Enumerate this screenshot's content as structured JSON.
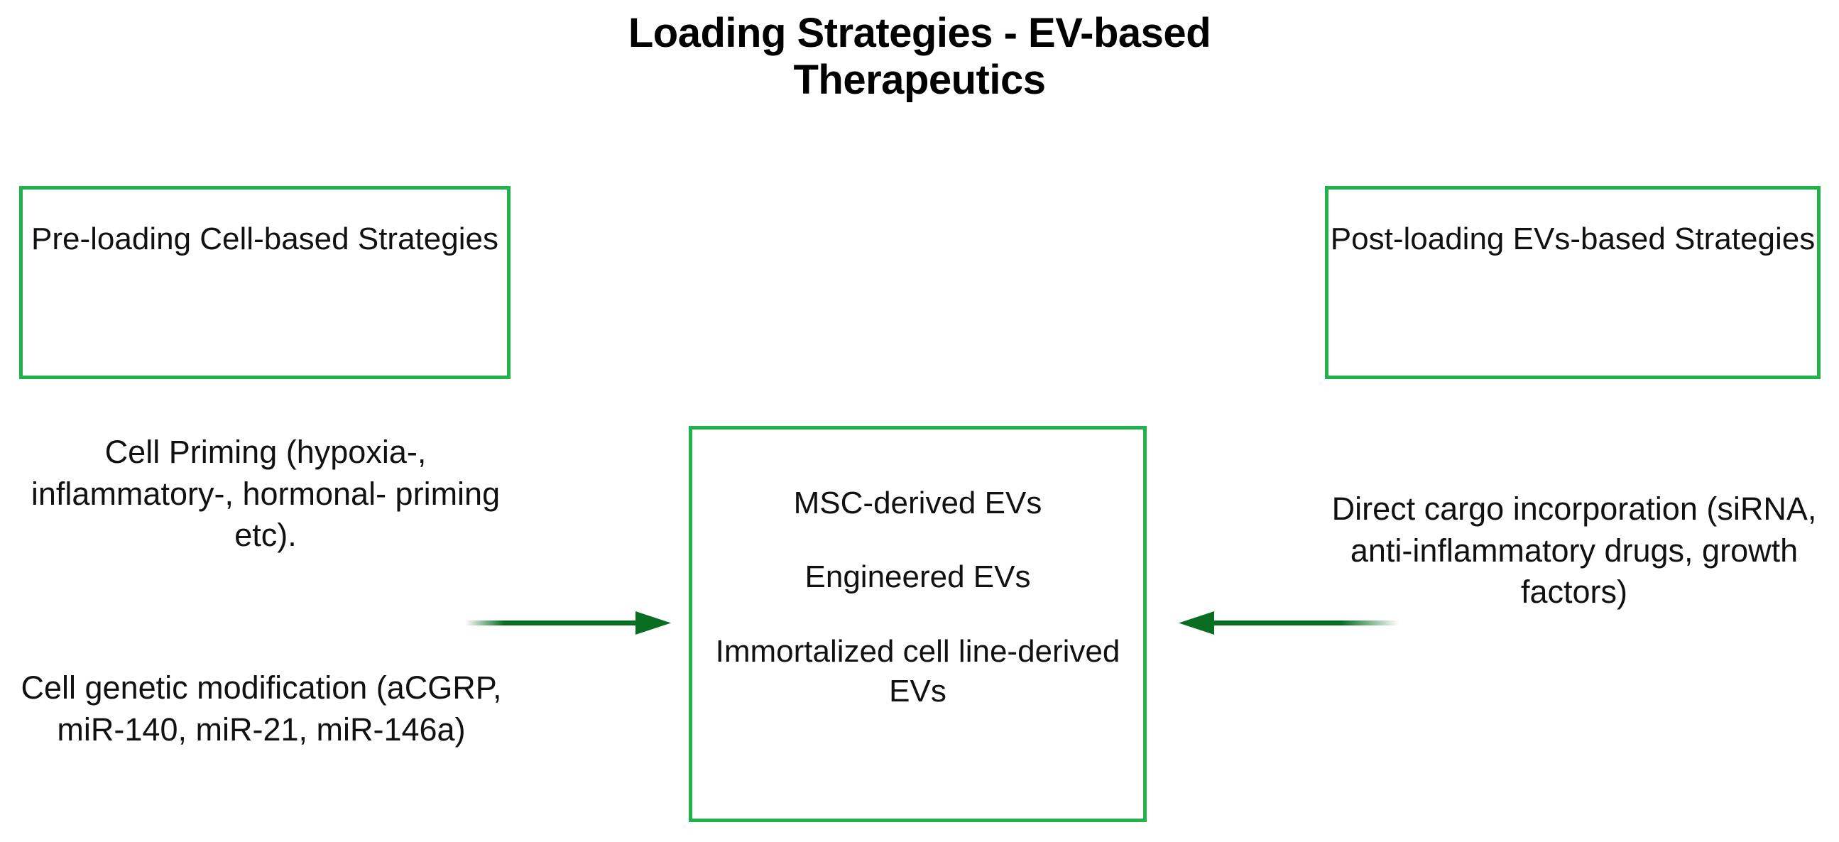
{
  "figure": {
    "title_lines": [
      "Loading Strategies - EV-based",
      "Therapeutics"
    ],
    "accent_color": "#22b14c",
    "arrow_color": "#0a6e22",
    "background": "#ffffff"
  },
  "boxes": {
    "preloading": {
      "lines": [
        "Pre-loading Cell-based",
        "Strategies"
      ]
    },
    "postloading": {
      "lines": [
        "Post-loading EVs-based",
        "Strategies"
      ]
    },
    "center": {
      "items": [
        "MSC-derived EVs",
        "Engineered EVs",
        "Immortalized cell line-derived EVs"
      ]
    }
  },
  "annotations": {
    "cell_priming": {
      "lines": [
        "Cell Priming",
        "(hypoxia-, inflammatory-,",
        "hormonal- priming etc)."
      ]
    },
    "cell_genetic_modification": {
      "lines": [
        "Cell genetic modification",
        "(aCGRP, miR-140, miR-21,",
        "miR-146a)"
      ]
    },
    "direct_cargo": {
      "lines": [
        "Direct cargo incorporation",
        "(siRNA, anti-inflammatory",
        "drugs, growth factors)"
      ]
    }
  },
  "arrows": {
    "left": {
      "direction": "right"
    },
    "right": {
      "direction": "left"
    }
  }
}
